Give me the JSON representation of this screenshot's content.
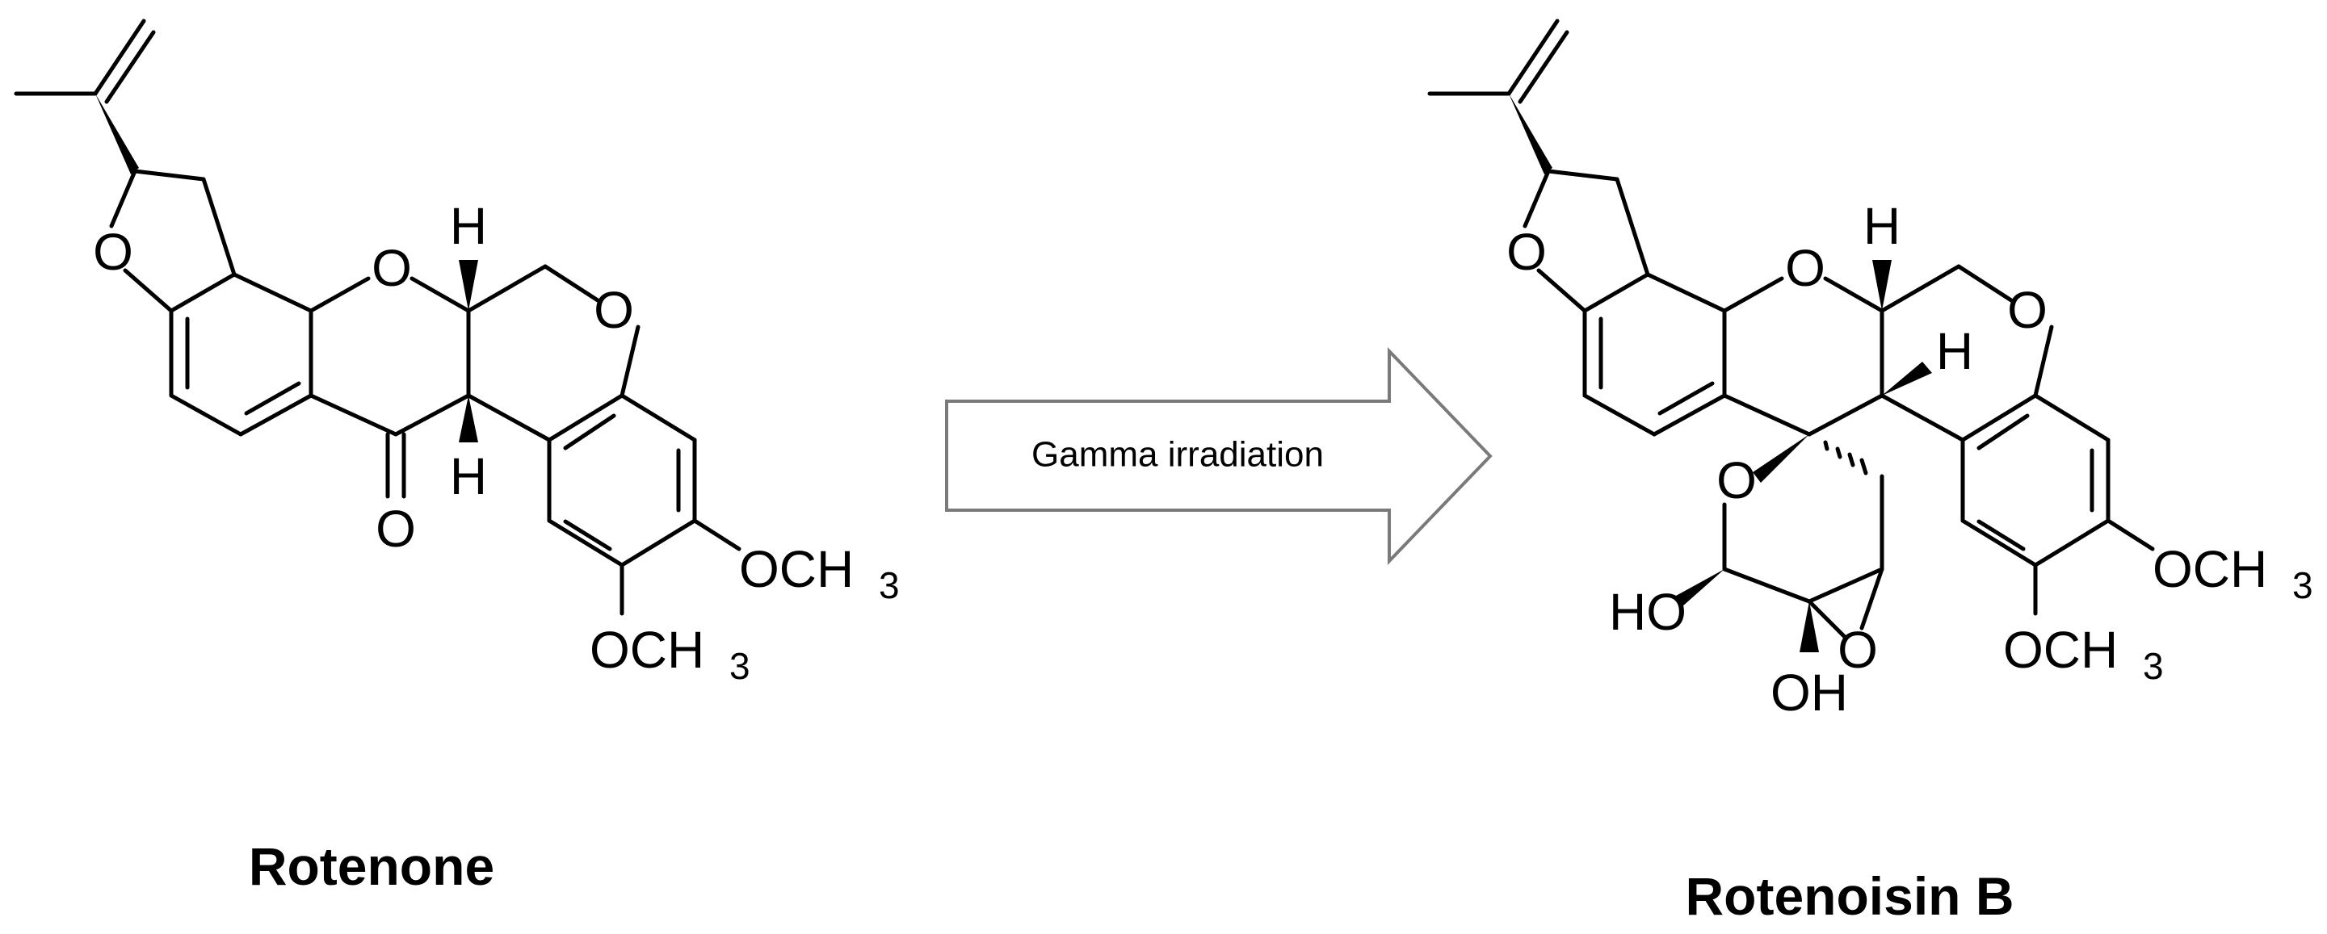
{
  "reaction": {
    "condition": "Gamma irradiation",
    "reactant": {
      "name": "Rotenone",
      "atom_labels": {
        "furan_o": "O",
        "pyran_o": "O",
        "ring_o": "O",
        "h_top": "H",
        "h_bottom": "H",
        "keto_o": "O",
        "ome_right": "OCH",
        "ome_right_sub": "3",
        "ome_bottom": "OCH",
        "ome_bottom_sub": "3"
      }
    },
    "product": {
      "name": "Rotenoisin B",
      "atom_labels": {
        "furan_o": "O",
        "pyran_o": "O",
        "ring_o": "O",
        "h_top": "H",
        "h_mid": "H",
        "spiro_o": "O",
        "hydroxy_left": "HO",
        "hydroxy_bottom": "OH",
        "epoxide_o": "O",
        "ome_right": "OCH",
        "ome_right_sub": "3",
        "ome_bottom": "OCH",
        "ome_bottom_sub": "3"
      }
    }
  }
}
